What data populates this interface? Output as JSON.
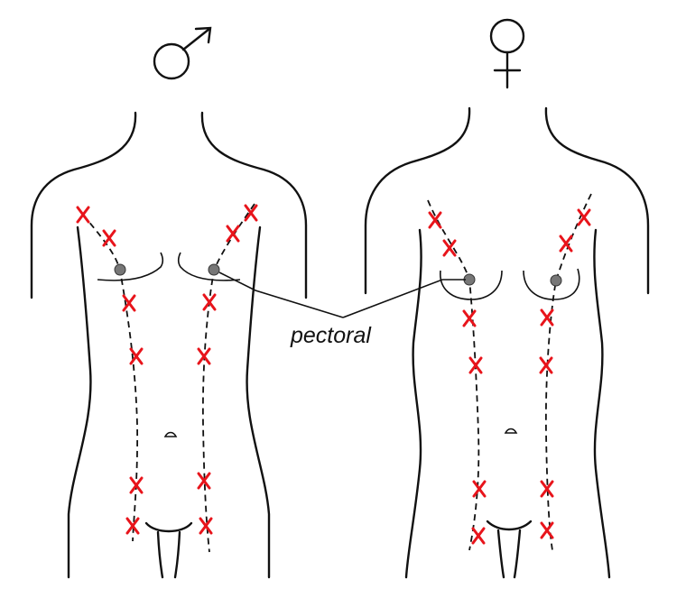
{
  "label": "pectoral",
  "symbols": {
    "male": "male-symbol",
    "female": "female-symbol"
  },
  "colors": {
    "marker": "#e8141b",
    "outline": "#111111",
    "nipple": "#777777"
  }
}
